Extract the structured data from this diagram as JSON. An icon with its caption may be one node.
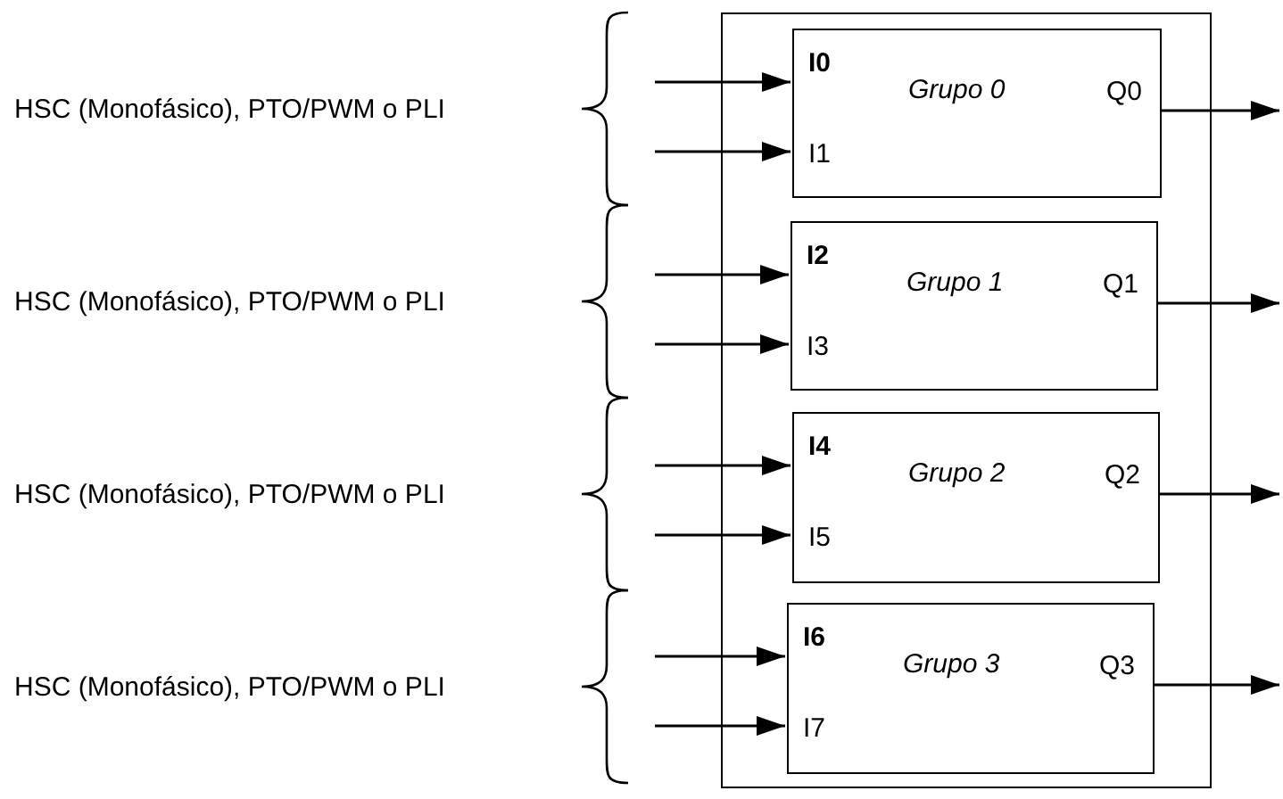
{
  "diagram": {
    "nodes": [
      {
        "text": [],
        "shape": "box"
      },
      {
        "text": [
          "I0",
          "Grupo 0",
          "Q0",
          "I1"
        ],
        "in": 0
      },
      {
        "text": [
          "I2",
          "Grupo 1",
          "Q1",
          "I3"
        ],
        "in": 0
      },
      {
        "text": [
          "I4",
          "Grupo 2",
          "Q2",
          "I5"
        ],
        "in": 0
      },
      {
        "text": [
          "I6",
          "Grupo 3",
          "Q3",
          "I7"
        ],
        "in": 0
      }
    ],
    "edges": [
      {
        "from": null,
        "to": 1,
        "arrow": "to"
      },
      {
        "from": null,
        "to": 1,
        "arrow": "to"
      },
      {
        "from": 1,
        "to": null,
        "arrow": "to"
      },
      {
        "from": null,
        "to": 2,
        "arrow": "to"
      },
      {
        "from": null,
        "to": 2,
        "arrow": "to"
      },
      {
        "from": 2,
        "to": null,
        "arrow": "to"
      },
      {
        "from": null,
        "to": 3,
        "arrow": "to"
      },
      {
        "from": null,
        "to": 3,
        "arrow": "to"
      },
      {
        "from": 3,
        "to": null,
        "arrow": "to"
      },
      {
        "from": null,
        "to": 4,
        "arrow": "to"
      },
      {
        "from": null,
        "to": 4,
        "arrow": "to"
      },
      {
        "from": 4,
        "to": null,
        "arrow": "to"
      }
    ],
    "labels": [
      "HSC (Monofásico), PTO/PWM o PLI",
      "HSC (Monofásico), PTO/PWM o PLI",
      "HSC (Monofásico), PTO/PWM o PLI",
      "HSC (Monofásico), PTO/PWM o PLI"
    ]
  }
}
